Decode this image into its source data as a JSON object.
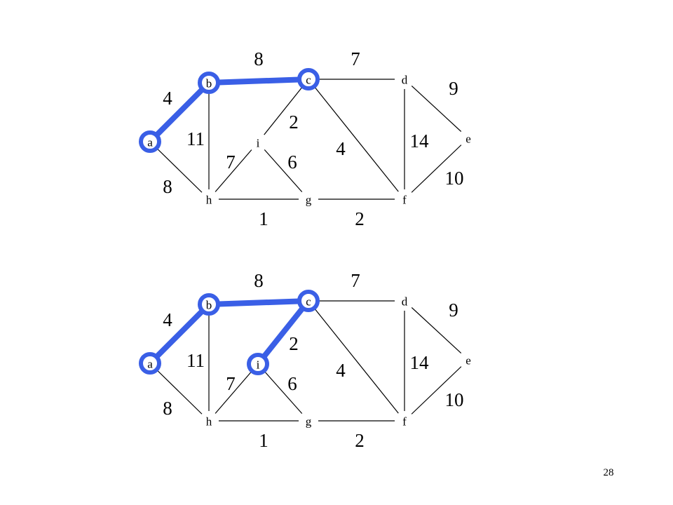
{
  "colors": {
    "highlight": "#3a5fe6",
    "edge": "#000000"
  },
  "nodes": [
    "a",
    "b",
    "c",
    "d",
    "e",
    "f",
    "g",
    "h",
    "i"
  ],
  "edges": [
    {
      "u": "a",
      "v": "b",
      "w": "4"
    },
    {
      "u": "a",
      "v": "h",
      "w": "8"
    },
    {
      "u": "b",
      "v": "c",
      "w": "8"
    },
    {
      "u": "b",
      "v": "h",
      "w": "11"
    },
    {
      "u": "c",
      "v": "d",
      "w": "7"
    },
    {
      "u": "c",
      "v": "i",
      "w": "2"
    },
    {
      "u": "c",
      "v": "f",
      "w": "4"
    },
    {
      "u": "d",
      "v": "e",
      "w": "9"
    },
    {
      "u": "d",
      "v": "f",
      "w": "14"
    },
    {
      "u": "e",
      "v": "f",
      "w": "10"
    },
    {
      "u": "h",
      "v": "i",
      "w": "7"
    },
    {
      "u": "i",
      "v": "g",
      "w": "6"
    },
    {
      "u": "h",
      "v": "g",
      "w": "1"
    },
    {
      "u": "g",
      "v": "f",
      "w": "2"
    }
  ],
  "diagrams": [
    {
      "highlighted_edges": [
        "a-b",
        "b-c"
      ],
      "highlighted_nodes": [
        "a",
        "b",
        "c"
      ]
    },
    {
      "highlighted_edges": [
        "a-b",
        "b-c",
        "c-i"
      ],
      "highlighted_nodes": [
        "a",
        "b",
        "c",
        "i"
      ]
    }
  ],
  "page_number": "28"
}
